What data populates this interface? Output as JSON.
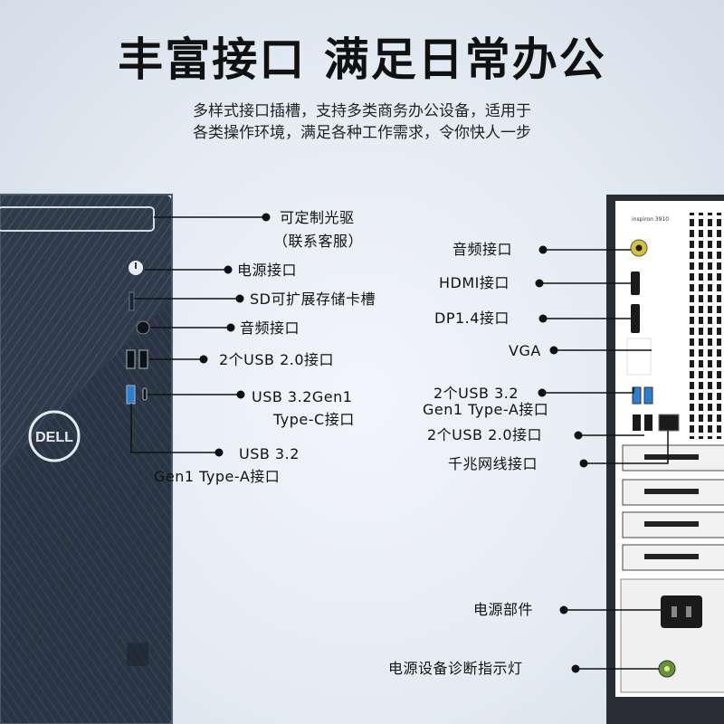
{
  "headline": "丰富接口 满足日常办公",
  "subtitle": {
    "line1": "多样式接口插槽，支持多类商务办公设备，适用于",
    "line2": "各类操作环境，满足各种工作需求，令你快人一步"
  },
  "front": {
    "logo": "DELL",
    "labels": {
      "optical": {
        "line1": "可定制光驱",
        "line2": "（联系客服）"
      },
      "power": "电源接口",
      "sd": "SD可扩展存储卡槽",
      "audio": "音频接口",
      "usb2": "2个USB 2.0接口",
      "usbc": {
        "line1": "USB 3.2Gen1",
        "line2": "Type-C接口"
      },
      "usba": {
        "line1": "USB 3.2",
        "line2": "Gen1 Type-A接口"
      }
    }
  },
  "rear": {
    "model": "inspiron 3910",
    "labels": {
      "audio": "音频接口",
      "hdmi": "HDMI接口",
      "dp": "DP1.4接口",
      "vga": "VGA",
      "usb32": {
        "line1": "2个USB 3.2",
        "line2": "Gen1 Type-A接口"
      },
      "usb2": "2个USB 2.0接口",
      "lan": "千兆网线接口",
      "psu": "电源部件",
      "diag": "电源设备诊断指示灯"
    }
  },
  "colors": {
    "front_panel": "#2c3846",
    "rear_panel": "#ffffff",
    "usb3_port": "#2a7fd4",
    "audio_port": "#d6c23a"
  }
}
